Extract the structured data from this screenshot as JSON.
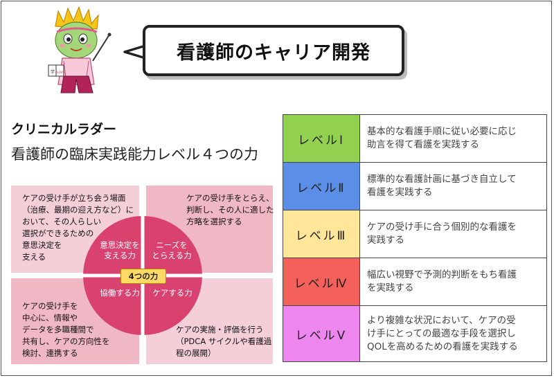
{
  "title": "看護師のキャリア開発",
  "mascot": {
    "badge_text": "学",
    "book_text": "LOVE"
  },
  "section": {
    "title": "クリニカルラダー",
    "subtitle": "看護師の臨床実践能力レベル４つの力"
  },
  "diagram": {
    "center_label": "4つの力",
    "quadrants": [
      {
        "circle_label": [
          "意思決定を",
          "支える力"
        ],
        "description": [
          "ケアの受け手が立ち会う場面",
          "（治療、最期の迎え方など）に",
          "おいて、その人らしい",
          "選択ができるための",
          "意思決定を",
          "支える"
        ]
      },
      {
        "circle_label": [
          "ニーズを",
          "とらえる力"
        ],
        "description": [
          "ケアの受け手をとらえ、",
          "判断し、その人に適した",
          "方略を選択する"
        ]
      },
      {
        "circle_label": [
          "協働する力"
        ],
        "description": [
          "ケアの受け手を",
          "中心に、情報や",
          "データを多職種間で",
          "共有し、ケアの方向性を",
          "検討、連携する"
        ]
      },
      {
        "circle_label": [
          "ケアする力"
        ],
        "description": [
          "ケアの実施・評価を行う",
          "（PDCA サイクルや看護過",
          "程の展開）"
        ]
      }
    ]
  },
  "levels": [
    {
      "label": "レベルⅠ",
      "color": "#92d050",
      "lines": [
        "基本的な看護手順に従い必要に応じ",
        "助言を得て看護を実践する"
      ]
    },
    {
      "label": "レベルⅡ",
      "color": "#5b8ee6",
      "lines": [
        "標準的な看護計画に基づき自立して",
        "看護を実践する"
      ]
    },
    {
      "label": "レベルⅢ",
      "color": "#ffe699",
      "lines": [
        "ケアの受け手に合う個別的な看護を",
        "実践する"
      ]
    },
    {
      "label": "レベルⅣ",
      "color": "#f4605a",
      "lines": [
        "幅広い視野で予測的判断をもち看護",
        "を実践する"
      ]
    },
    {
      "label": "レベルⅤ",
      "color": "#ee86f0",
      "lines": [
        "より複雑な状況において、ケアの受",
        "け手にとっての最適な手段を選択し",
        "QOLを高めるための看護を実践する"
      ]
    }
  ]
}
